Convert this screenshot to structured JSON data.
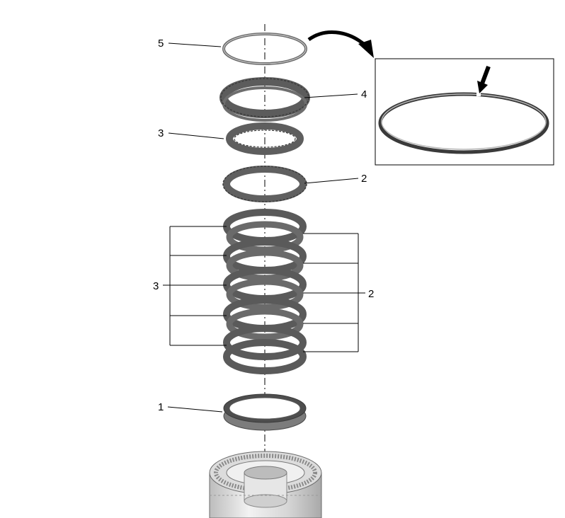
{
  "callouts": {
    "retaining_ring": "5",
    "pressure_plate": "4",
    "friction_plate_single": "3",
    "steel_plate_single": "2",
    "friction_plates_group": "3",
    "steel_plates_group": "2",
    "piston_ring": "1"
  },
  "icons": {
    "detail_arrow": "curved-arrow-icon",
    "gap_pointer": "down-arrow-icon"
  },
  "colors": {
    "line": "#000000",
    "part_dark": "#5e5e5e",
    "part_mid": "#8a8a8a",
    "part_light": "#c8c8c8",
    "background": "#ffffff"
  }
}
